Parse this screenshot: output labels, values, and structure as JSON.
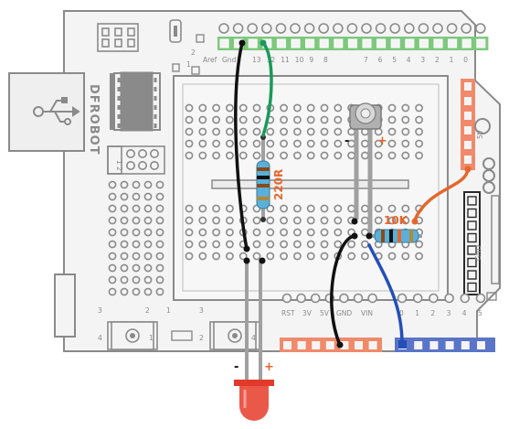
{
  "board": {
    "brand": "DFROBOT",
    "aref_label": "Aref",
    "gnd_label": "Gnd",
    "digital_pins": [
      "13",
      "12",
      "11",
      "10",
      "9",
      "8",
      "7",
      "6",
      "5",
      "4",
      "3",
      "2",
      "1",
      "0"
    ],
    "header_num_2": "2",
    "header_num_1": "1",
    "power_labels": [
      "RST",
      "3V",
      "5V",
      "GND",
      "VIN"
    ],
    "analog_labels": [
      "0",
      "1",
      "2",
      "3",
      "4",
      "5"
    ],
    "side_5v": "5V",
    "side_gnd": "GND",
    "button_left_labels": [
      "3",
      "2",
      "4",
      "1"
    ],
    "button_right_labels": [
      "1",
      "3",
      "2",
      "4"
    ]
  },
  "components": {
    "resistor_led": "220R",
    "resistor_pot": "10K",
    "led_minus": "-",
    "led_plus": "+",
    "pot_minus": "-",
    "pot_plus": "+"
  },
  "colors": {
    "board": "#f3f3f3",
    "outline": "#9a9a9a",
    "header_green": "#7ec87e",
    "header_orange": "#f08a6a",
    "header_blue": "#5a74c8",
    "wire_green": "#1a9a5a",
    "wire_orange": "#e5662c",
    "wire_blue": "#2250b8",
    "wire_black": "#111111",
    "led_red": "#e23a2a"
  }
}
